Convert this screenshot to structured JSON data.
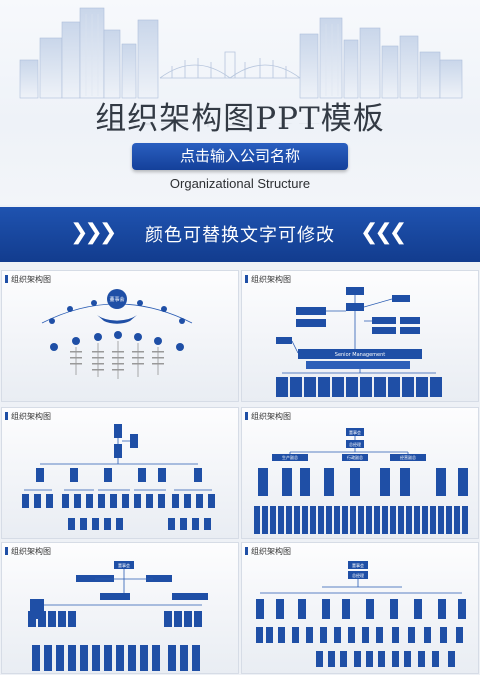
{
  "hero": {
    "title": "组织架构图PPT模板",
    "subtitle_button": "点击输入公司名称",
    "english_title": "Organizational Structure"
  },
  "banner": {
    "text": "颜色可替换文字可修改",
    "left_arrows": "❯❯❯",
    "right_arrows": "❮❮❮"
  },
  "slides": [
    {
      "heading": "组织架构图",
      "center_label": "董事会"
    },
    {
      "heading": "组织架构图",
      "wide_label": "Senior Management"
    },
    {
      "heading": "组织架构图"
    },
    {
      "heading": "组织架构图",
      "top_labels": [
        "董事会",
        "总经理"
      ],
      "branch_labels": [
        "生产副总",
        "行政副总",
        "经营副总"
      ]
    },
    {
      "heading": "组织架构图",
      "top_label": "董事会"
    },
    {
      "heading": "组织架构图",
      "top_labels": [
        "董事会",
        "总经理"
      ]
    }
  ],
  "colors": {
    "brand_blue": "#1f4fa6",
    "banner_blue": "#1a4aa6"
  }
}
